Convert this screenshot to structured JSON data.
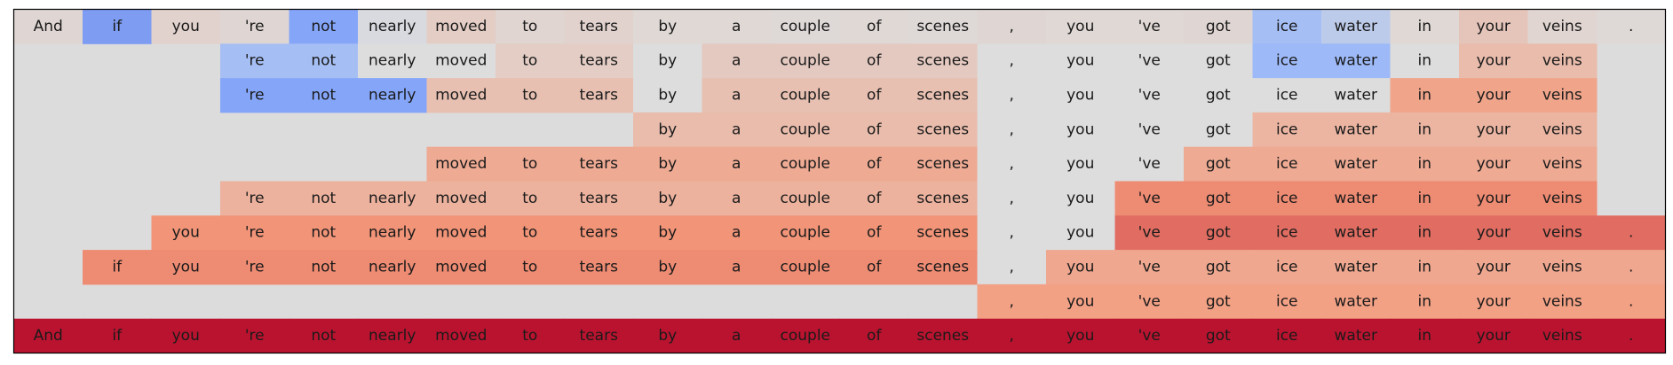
{
  "chart_data": {
    "type": "heatmap",
    "title": "",
    "xlabel": "",
    "ylabel": "",
    "tokens": [
      "And",
      "if",
      "you",
      "'re",
      "not",
      "nearly",
      "moved",
      "to",
      "tears",
      "by",
      "a",
      "couple",
      "of",
      "scenes",
      ",",
      "you",
      "'ve",
      "got",
      "ice",
      "water",
      "in",
      "your",
      "veins",
      "."
    ],
    "rows": [
      {
        "start": 0,
        "end": 23,
        "values": [
          0.05,
          -0.6,
          0.08,
          0.05,
          -0.55,
          -0.03,
          0.12,
          0.06,
          0.08,
          0.04,
          0.04,
          0.03,
          0.04,
          0.03,
          0.05,
          0.04,
          0.04,
          0.05,
          -0.35,
          -0.2,
          0.04,
          0.18,
          0.06,
          0.03
        ]
      },
      {
        "start": 3,
        "end": 22,
        "values": [
          -0.35,
          -0.35,
          0.0,
          0.0,
          0.12,
          0.12,
          0.0,
          0.15,
          0.15,
          0.15,
          0.15,
          0.0,
          0.0,
          0.0,
          0.0,
          -0.4,
          -0.4,
          0.0,
          0.25,
          0.25
        ]
      },
      {
        "start": 3,
        "end": 22,
        "values": [
          -0.55,
          -0.55,
          -0.55,
          0.22,
          0.22,
          0.22,
          0.0,
          0.22,
          0.22,
          0.22,
          0.22,
          0.0,
          0.0,
          0.0,
          0.0,
          0.0,
          0.0,
          0.42,
          0.42,
          0.42
        ]
      },
      {
        "start": 9,
        "end": 22,
        "values": [
          0.25,
          0.25,
          0.25,
          0.25,
          0.25,
          0.0,
          0.0,
          0.0,
          0.0,
          0.3,
          0.3,
          0.3,
          0.3,
          0.3
        ]
      },
      {
        "start": 6,
        "end": 22,
        "values": [
          0.38,
          0.38,
          0.38,
          0.38,
          0.38,
          0.38,
          0.38,
          0.38,
          0.0,
          0.0,
          0.0,
          0.38,
          0.38,
          0.38,
          0.38,
          0.38,
          0.38
        ]
      },
      {
        "start": 3,
        "end": 22,
        "values": [
          0.32,
          0.32,
          0.32,
          0.32,
          0.32,
          0.32,
          0.32,
          0.32,
          0.32,
          0.32,
          0.32,
          0.0,
          0.0,
          0.55,
          0.55,
          0.55,
          0.55,
          0.55,
          0.55,
          0.55
        ]
      },
      {
        "start": 2,
        "end": 23,
        "values": [
          0.52,
          0.52,
          0.52,
          0.52,
          0.52,
          0.52,
          0.52,
          0.52,
          0.52,
          0.52,
          0.52,
          0.52,
          0.0,
          0.0,
          0.65,
          0.65,
          0.65,
          0.65,
          0.65,
          0.65,
          0.65,
          0.65
        ]
      },
      {
        "start": 1,
        "end": 23,
        "values": [
          0.55,
          0.55,
          0.55,
          0.55,
          0.55,
          0.55,
          0.55,
          0.55,
          0.55,
          0.55,
          0.55,
          0.55,
          0.55,
          0.0,
          0.4,
          0.4,
          0.4,
          0.4,
          0.4,
          0.4,
          0.4,
          0.4,
          0.4
        ]
      },
      {
        "start": 14,
        "end": 23,
        "values": [
          0.45,
          0.45,
          0.45,
          0.45,
          0.45,
          0.45,
          0.45,
          0.45,
          0.45,
          0.45
        ]
      },
      {
        "start": 0,
        "end": 23,
        "values": [
          0.95,
          0.95,
          0.95,
          0.95,
          0.95,
          0.95,
          0.95,
          0.95,
          0.95,
          0.95,
          0.95,
          0.95,
          0.95,
          0.95,
          0.95,
          0.95,
          0.95,
          0.95,
          0.95,
          0.95,
          0.95,
          0.95,
          0.95,
          0.95
        ]
      }
    ],
    "value_range": [
      -1,
      1
    ],
    "colormap": "coolwarm",
    "empty_color": "#dddcdc",
    "grid": false,
    "legend": "none"
  }
}
